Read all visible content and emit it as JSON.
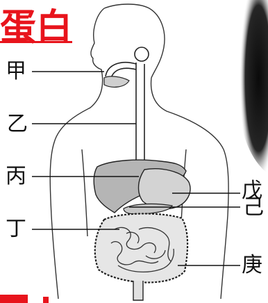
{
  "title_fragment": "蛋白",
  "labels": {
    "jia": "甲",
    "yi": "乙",
    "bing": "丙",
    "ding": "丁",
    "wu": "戊",
    "ji": "己",
    "geng": "庚"
  },
  "colors": {
    "title": "#e8141c",
    "line": "#1a1a1a",
    "organ_fill": "#bdbdbd",
    "shadow": "#2a2a2a"
  }
}
